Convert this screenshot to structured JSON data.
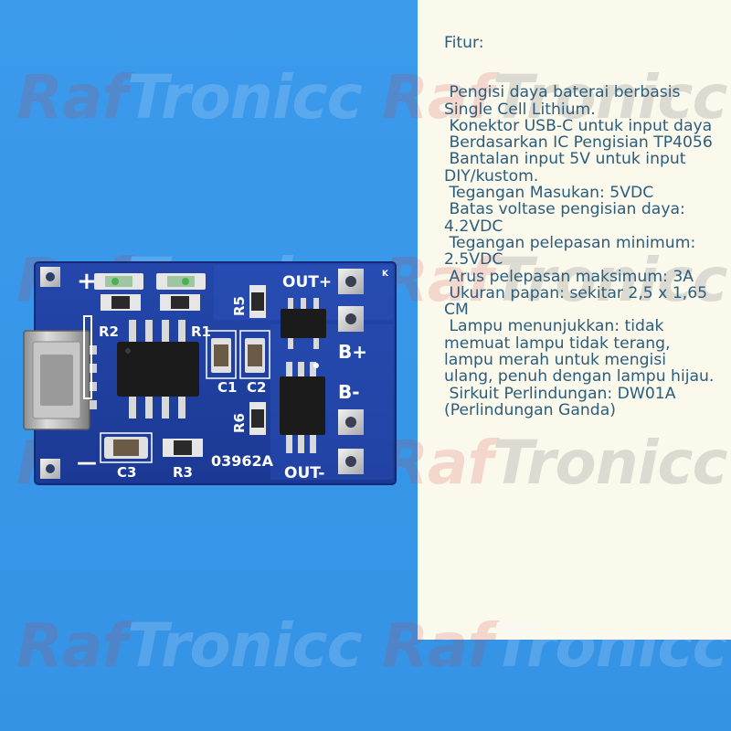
{
  "watermark": {
    "prefix": "Raf",
    "suffix": "Tronicc"
  },
  "board": {
    "labels": {
      "out_plus": "OUT+",
      "out_minus": "OUT-",
      "b_plus": "B+",
      "b_minus": "B-",
      "plus": "+",
      "minus": "—",
      "r1": "R1",
      "r2": "R2",
      "r3": "R3",
      "r5": "R5",
      "r6": "R6",
      "c1": "C1",
      "c2": "C2",
      "c3": "C3",
      "code": "03962A",
      "corner": "K"
    },
    "colors": {
      "pcb": "#1f3fa0",
      "pcb_dark": "#17308a",
      "silk": "#ffffff",
      "pad": "#d9d9d9",
      "chip": "#1b1b1b"
    }
  },
  "features": {
    "title": "Fitur:",
    "items": [
      " Pengisi daya baterai berbasis Single Cell Lithium.",
      " Konektor USB-C untuk input daya",
      " Berdasarkan IC Pengisian TP4056",
      " Bantalan input 5V untuk input DIY/kustom.",
      " Tegangan Masukan: 5VDC",
      " Batas voltase pengisian daya: 4.2VDC",
      " Tegangan pelepasan minimum: 2.5VDC",
      " Arus pelepasan maksimum: 3A",
      " Ukuran papan: sekitar 2,5 x 1,65 CM",
      " Lampu menunjukkan: tidak memuat lampu tidak terang, lampu merah untuk mengisi ulang, penuh dengan lampu hijau.",
      " Sirkuit Perlindungan: DW01A (Perlindungan Ganda)"
    ],
    "colors": {
      "text": "#2b5d7c",
      "panel": "#fbf8ec",
      "background": "#3a97ea"
    }
  }
}
